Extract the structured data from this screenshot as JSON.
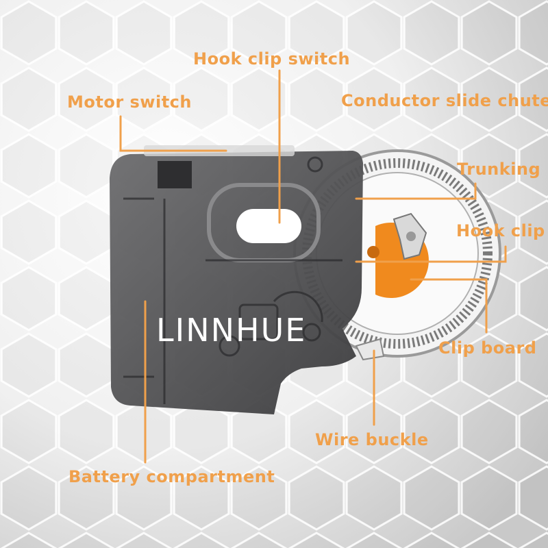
{
  "brand": "LINNHUE",
  "colors": {
    "accent": "#f0a04b",
    "device_body": "#5a5a5c",
    "device_dark": "#2e2e30",
    "gear_orange": "#f08a1e",
    "background_light": "#f2f2f2",
    "background_dark": "#cfcfcf"
  },
  "labels": {
    "hook_clip_switch": "Hook clip switch",
    "motor_switch": "Motor switch",
    "conductor_slide_chute": "Conductor slide chute",
    "trunking": "Trunking",
    "hook_clip": "Hook clip",
    "clip_board": "Clip board",
    "wire_buckle": "Wire buckle",
    "battery_compartment": "Battery compartment"
  }
}
